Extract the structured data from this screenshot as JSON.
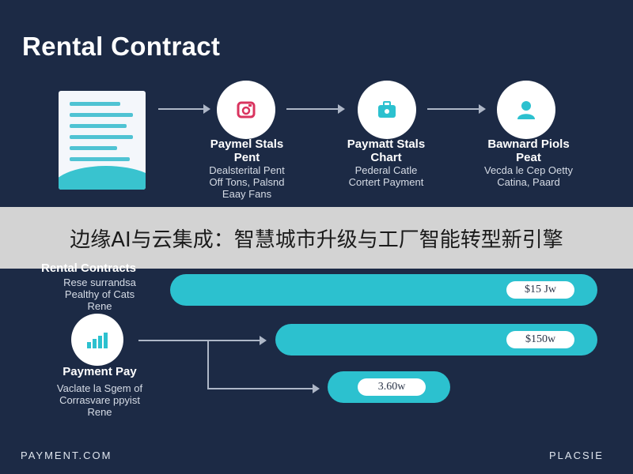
{
  "title": "Rental Contract",
  "steps": [
    {
      "title": "Paymel Stals\nPent",
      "desc": "Dealsterital Pent\nOff Tons, Palsnd\nEaay Fans"
    },
    {
      "title": "Paymatt Stals\nChart",
      "desc": "Pederal Catle\nCortert Payment"
    },
    {
      "title": "Bawnard Piols\nPeat",
      "desc": "Vecda le Cep Oetty\nCatina, Paard"
    }
  ],
  "banner": "边缘AI与云集成：智慧城市升级与工厂智能转型新引擎",
  "left_blocks": [
    {
      "title": "Rental Contracts",
      "desc": "Rese surrandsa\nPealthy of Cats\nRene"
    },
    {
      "title": "Payment Pay",
      "desc": "Vaclate la Sgem of\nCorrasvare ppyist\nRene"
    }
  ],
  "bars": [
    {
      "label": "$15 Jw"
    },
    {
      "label": "$150w"
    },
    {
      "label": "3.60w"
    }
  ],
  "footer": {
    "left": "PAYMENT.COM",
    "right": "PLACSIE"
  },
  "colors": {
    "background": "#1c2a45",
    "accent": "#2cc1cf",
    "icon_red": "#d9345f",
    "banner": "#d3d3d3"
  }
}
